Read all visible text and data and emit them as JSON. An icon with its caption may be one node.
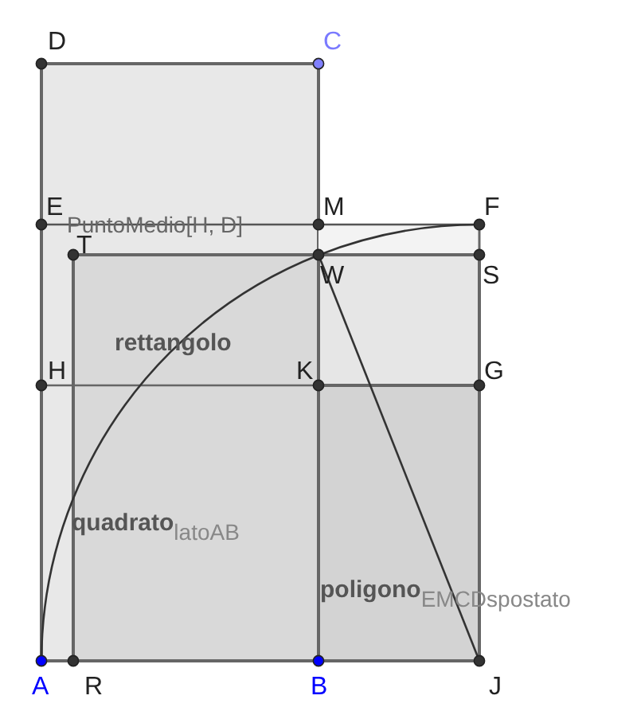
{
  "diagram": {
    "labels": [
      "D",
      "C",
      "E",
      "PuntoMedio[H, D]",
      "M",
      "F",
      "T",
      "W",
      "S",
      "rettangolo",
      "H",
      "K",
      "G",
      "quadrato$_{latoAB}$",
      "poligono$_{EMCDspostato}$",
      "A",
      "R",
      "B",
      "J"
    ]
  }
}
